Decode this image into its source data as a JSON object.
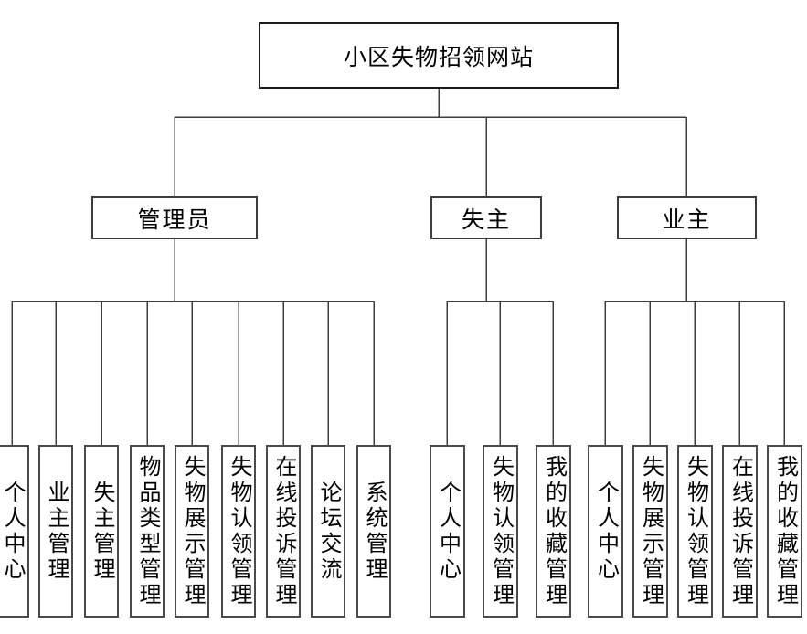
{
  "diagram": {
    "root": {
      "label": "小区失物招领网站"
    },
    "branches": [
      {
        "label": "管理员",
        "children": [
          "个人中心",
          "业主管理",
          "失主管理",
          "物品类型管理",
          "失物展示管理",
          "失物认领管理",
          "在线投诉管理",
          "论坛交流",
          "系统管理"
        ]
      },
      {
        "label": "失主",
        "children": [
          "个人中心",
          "失物认领管理",
          "我的收藏管理"
        ]
      },
      {
        "label": "业主",
        "children": [
          "个人中心",
          "失物展示管理",
          "失物认领管理",
          "在线投诉管理",
          "我的收藏管理"
        ]
      }
    ],
    "colors": {
      "background": "#ffffff",
      "line": "#3d3d3d",
      "root_border": "#1a1a1a",
      "branch_border": "#3c3c3c",
      "leaf_border": "#4a4a4a",
      "text": "#000000"
    }
  }
}
